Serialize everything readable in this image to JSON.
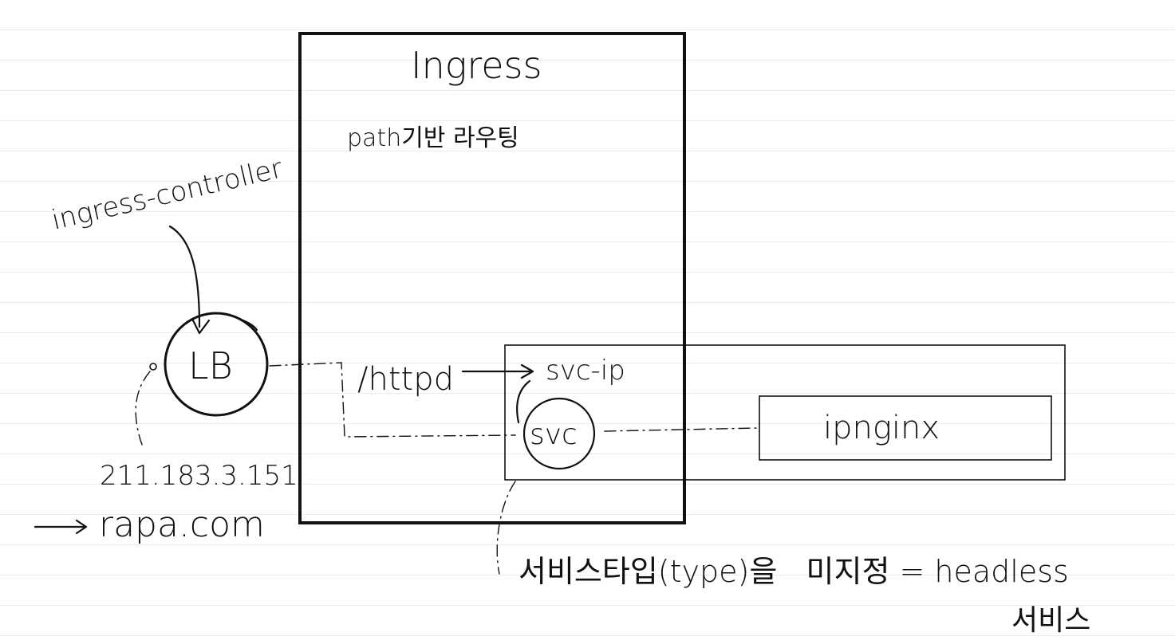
{
  "diagram": {
    "ingress_title": "Ingress",
    "ingress_subtitle": "path기반 라우팅",
    "controller_label": "ingress-controller",
    "lb_label": "LB",
    "ip_address": "211.183.3.151",
    "domain": "rapa.com",
    "path_label": "/httpd",
    "svc_ip_label": "svc-ip",
    "svc_label": "svc",
    "pod_label": "ipnginx",
    "note_line1": "서비스타입(type)을   미지정 = headless",
    "note_line2": "서비스"
  }
}
